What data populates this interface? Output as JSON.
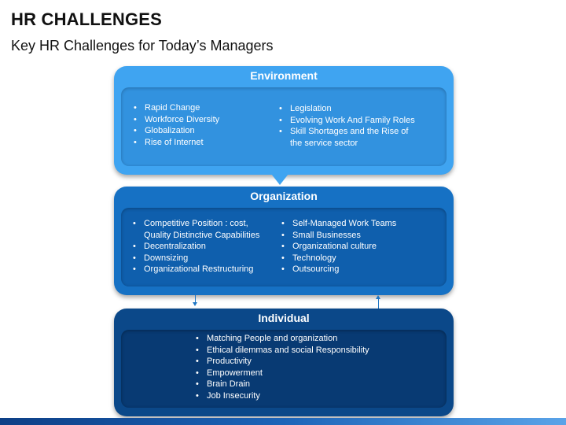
{
  "header": {
    "title": "HR CHALLENGES",
    "subtitle": "Key HR Challenges for Today’s Managers"
  },
  "environment": {
    "title": "Environment",
    "left": [
      "Rapid Change",
      "Workforce Diversity",
      "Globalization",
      "Rise of Internet"
    ],
    "right": [
      "Legislation",
      "Evolving Work And Family Roles",
      "Skill Shortages and the Rise of the service sector"
    ]
  },
  "organization": {
    "title": "Organization",
    "left": [
      "Competitive Position : cost, Quality Distinctive Capabilities",
      "Decentralization",
      "Downsizing",
      "Organizational Restructuring"
    ],
    "right": [
      "Self-Managed Work Teams",
      "Small Businesses",
      "Organizational culture",
      "Technology",
      "Outsourcing"
    ]
  },
  "individual": {
    "title": "Individual",
    "items": [
      "Matching People and organization",
      "Ethical dilemmas and social Responsibility",
      "Productivity",
      "Empowerment",
      "Brain Drain",
      "Job Insecurity"
    ]
  },
  "colors": {
    "environment": "#3fa4f1",
    "organization": "#1671c4",
    "individual": "#0b4889"
  }
}
